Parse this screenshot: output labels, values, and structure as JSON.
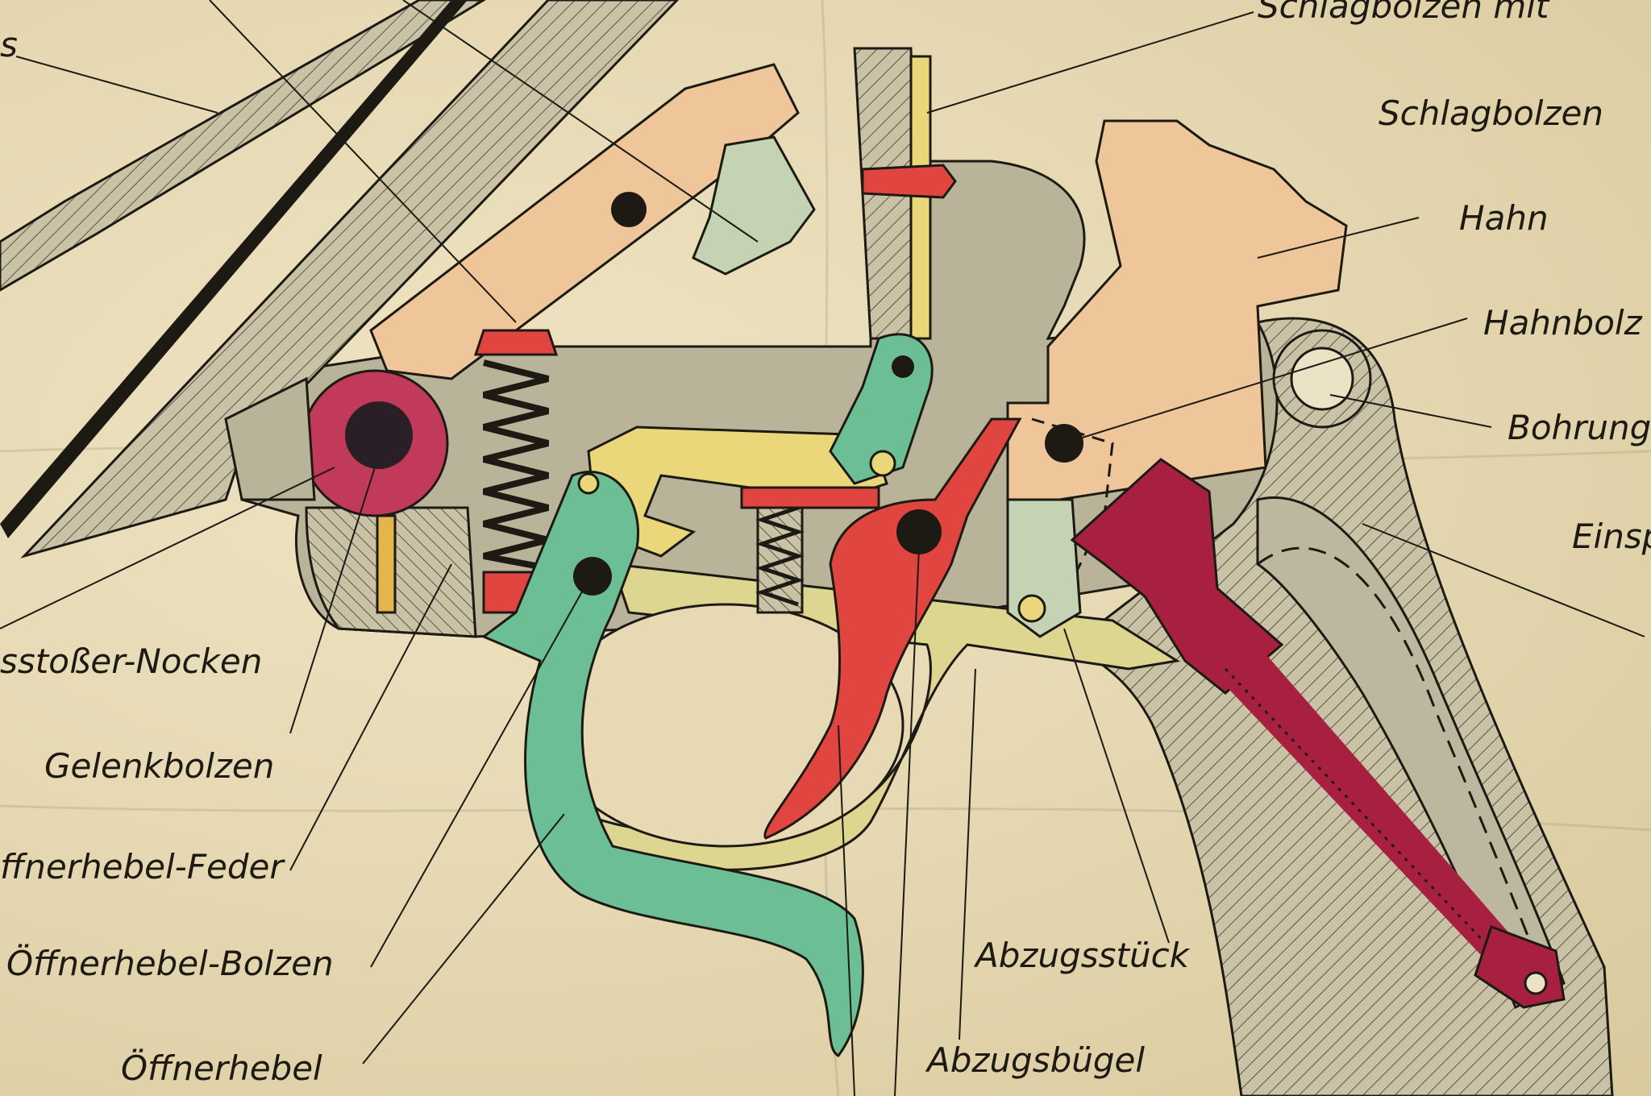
{
  "labels": {
    "schlagbolzen_top": "Schlagbolzen mit",
    "schlagbolzen": "Schlagbolzen",
    "hahn": "Hahn",
    "hahnbolzen": "Hahnbolz",
    "bohrung": "Bohrung",
    "einsp": "Einsp",
    "s_left": "s",
    "nocken": "sstoßer-Nocken",
    "gelenkbolzen": "Gelenkbolzen",
    "feder": "ffnerhebel-Feder",
    "bolzen": "Öffnerhebel-Bolzen",
    "oeffnerhebel": "Öffnerhebel",
    "abzugsstueck": "Abzugsstück",
    "abzugsbuegel": "Abzugsbügel"
  },
  "colors": {
    "paper": "#e6d9b4",
    "frame_gray": "#b9b39a",
    "orange_part": "#efc59a",
    "green_part": "#6cbf95",
    "yellow_part": "#ead77a",
    "red_part": "#e0453f",
    "maroon_part": "#a8203f",
    "pale_green": "#c4d3b3"
  }
}
